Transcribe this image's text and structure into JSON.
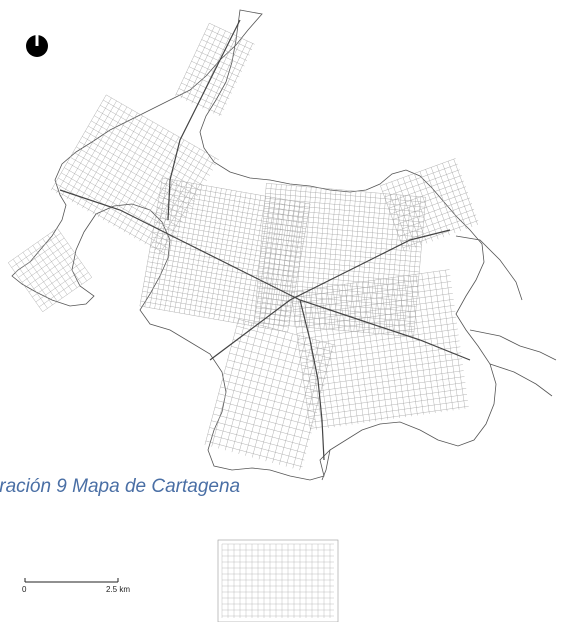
{
  "caption": "tración 9 Mapa de Cartagena",
  "scale_bar": {
    "start_label": "0",
    "end_label": "2.5 km"
  },
  "north_arrow": "north-arrow-icon"
}
